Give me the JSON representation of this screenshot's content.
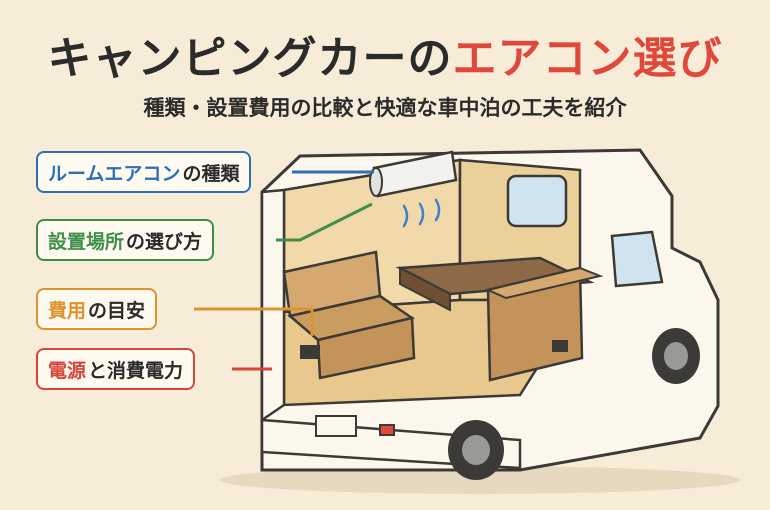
{
  "title": {
    "main": "キャンピングカーの",
    "accent": "エアコン選び"
  },
  "subtitle": "種類・設置費用の比較と快適な車中泊の工夫を紹介",
  "labels": [
    {
      "highlight": "ルームエアコン",
      "rest": "の種類"
    },
    {
      "highlight": "設置場所",
      "rest": "の選び方"
    },
    {
      "highlight": "費用",
      "rest": "の目安"
    },
    {
      "highlight": "電源",
      "rest": "と消費電力"
    }
  ],
  "colors": {
    "background": "#f6ecd8",
    "title_accent": "#e0483b",
    "blue": "#2d6fb7",
    "green": "#3f8f4b",
    "orange": "#de9332",
    "red": "#d8453a"
  }
}
